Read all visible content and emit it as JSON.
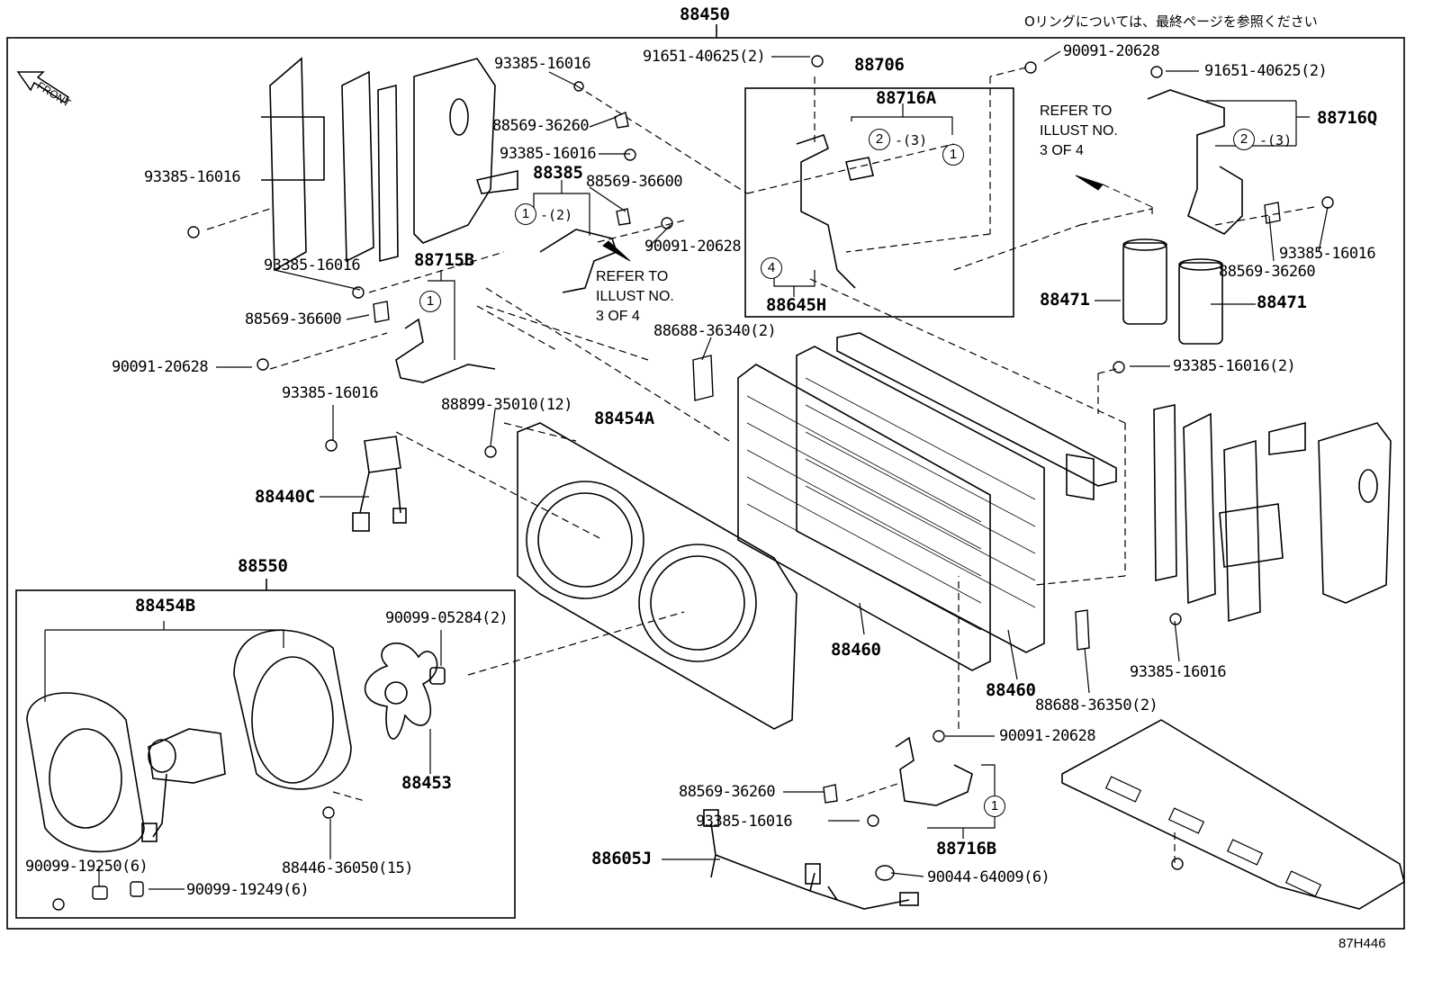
{
  "notice_jp": "Oリングについては、最終ページを参照ください",
  "front_label": "FRONT",
  "illustration_code": "87H446",
  "refer_note_1": [
    "REFER TO",
    "ILLUST NO.",
    "3 OF 4"
  ],
  "refer_note_2": [
    "REFER TO",
    "ILLUST NO.",
    "3 OF 4"
  ],
  "parts": {
    "p88450": "88450",
    "p91651a": "91651-40625(2)",
    "p90091a": "90091-20628",
    "p91651b": "91651-40625(2)",
    "p93385a": "93385-16016",
    "p88706": "88706",
    "p88716A": "88716A",
    "p88569a": "88569-36260",
    "p93385b": "93385-16016",
    "p88385": "88385",
    "p88569b": "88569-36600",
    "p88716Q": "88716Q",
    "p93385c": "93385-16016",
    "p90091b": "90091-20628",
    "p93385d": "93385-16016",
    "p88715B": "88715B",
    "p88569c": "88569-36600",
    "p88645H": "88645H",
    "p93385e": "93385-16016",
    "p88569d": "88569-36260",
    "p88471a": "88471",
    "p88471b": "88471",
    "p88688a": "88688-36340(2)",
    "p90091c": "90091-20628",
    "p93385f": "93385-16016(2)",
    "p93385g": "93385-16016",
    "p88899": "88899-35010(12)",
    "p88454A": "88454A",
    "p88440C": "88440C",
    "p88550": "88550",
    "p88454B": "88454B",
    "p90099a": "90099-05284(2)",
    "p88460a": "88460",
    "p88460b": "88460",
    "p93385h": "93385-16016",
    "p88688b": "88688-36350(2)",
    "p88453": "88453",
    "p90091d": "90091-20628",
    "p88569e": "88569-36260",
    "p93385i": "93385-16016",
    "p88716B": "88716B",
    "p88605J": "88605J",
    "p90099b": "90099-19250(6)",
    "p88446": "88446-36050(15)",
    "p90044": "90044-64009(6)",
    "p90099c": "90099-19249(6)"
  },
  "callouts": {
    "c1_88716A": "1",
    "c2_88716A": "2",
    "c2_88716A_qty": "-(3)",
    "c2_88716Q": "2",
    "c2_88716Q_qty": "-(3)",
    "c1_88385": "1",
    "c1_88385_qty": "-(2)",
    "c1_88715B": "1",
    "c4_88645H": "4",
    "c1_88716B": "1"
  }
}
